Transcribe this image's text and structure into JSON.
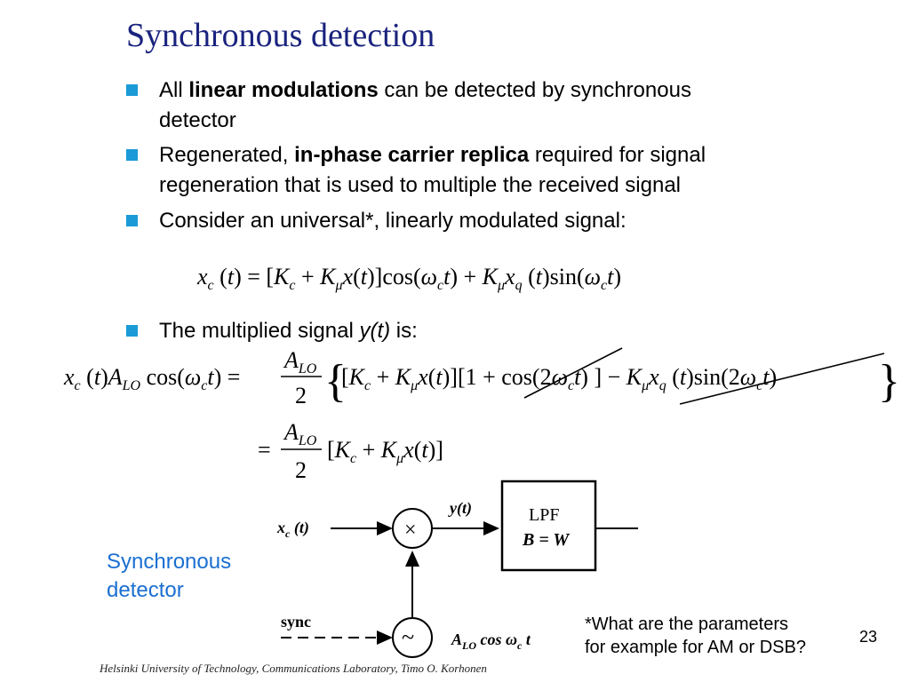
{
  "title": "Synchronous detection",
  "bullets": [
    {
      "pre": "All ",
      "bold": "linear modulations",
      "post": " can be detected by synchronous",
      "line2": "detector"
    },
    {
      "pre": "Regenerated, ",
      "bold": "in-phase carrier replica",
      "post": " required for signal",
      "line2": "regeneration that is used to multiple the received signal"
    },
    {
      "pre": "Consider an universal*, linearly modulated signal:",
      "bold": "",
      "post": "",
      "line2": ""
    },
    {
      "pre": "The multiplied signal ",
      "italic": "y(t)",
      "post": " is:"
    }
  ],
  "equations": {
    "eq1": "x_c(t) = [K_c + K_μ x(t)] cos(ω_c t) + K_μ x_q(t) sin(ω_c t)",
    "eq2": "x_c(t) A_LO cos(ω_c t) = (A_LO/2){[K_c + K_μ x(t)][1 + cos(2ω_c t)] − K_μ x_q(t) sin(2ω_c t)}",
    "eq3": "= (A_LO/2)[K_c + K_μ x(t)]"
  },
  "diagram": {
    "input_label": "x_c(t)",
    "multiplier_symbol": "×",
    "output_label": "y(t)",
    "filter_line1": "LPF",
    "filter_line2": "B = W",
    "sync_label": "sync",
    "oscillator_symbol": "~",
    "oscillator_label": "A_LO cos ω_c t"
  },
  "side_label": {
    "line1": "Synchronous",
    "line2": "detector"
  },
  "note": {
    "line1": "*What are the parameters",
    "line2": "for example for AM or DSB?"
  },
  "page_number": "23",
  "footer": "Helsinki University of Technology, Communications Laboratory, Timo O. Korhonen",
  "colors": {
    "title": "#1a237e",
    "bullet_marker": "#1a9bd7",
    "side_label": "#1a6fd1"
  }
}
